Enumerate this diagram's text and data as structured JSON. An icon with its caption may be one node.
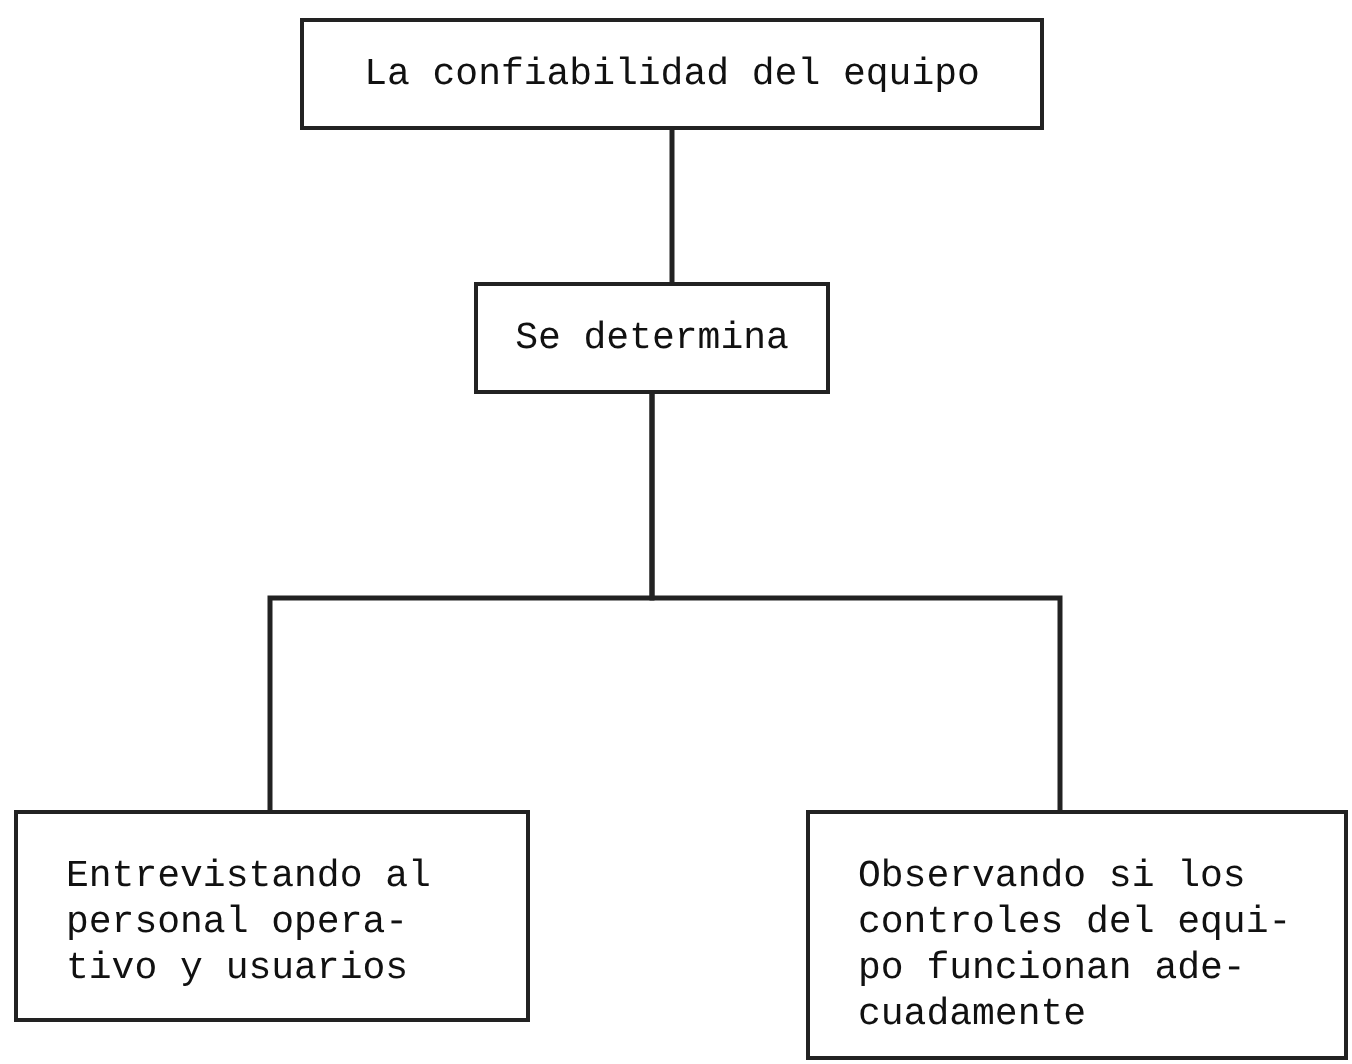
{
  "diagram": {
    "nodes": [
      {
        "text": [
          "La confiabilidad del equipo"
        ]
      },
      {
        "text": [
          "Se determina"
        ]
      },
      {
        "text": [
          "Entrevistando al personal opera- tivo y usuarios"
        ]
      },
      {
        "text": [
          "Observando si los controles del equi- po funcionan ade- cuadamente"
        ]
      }
    ],
    "edges": [
      {
        "from": 0,
        "to": 1,
        "arrow": "none"
      },
      {
        "from": 1,
        "to": 2,
        "arrow": "none"
      },
      {
        "from": 1,
        "to": 3,
        "arrow": "none"
      }
    ]
  }
}
